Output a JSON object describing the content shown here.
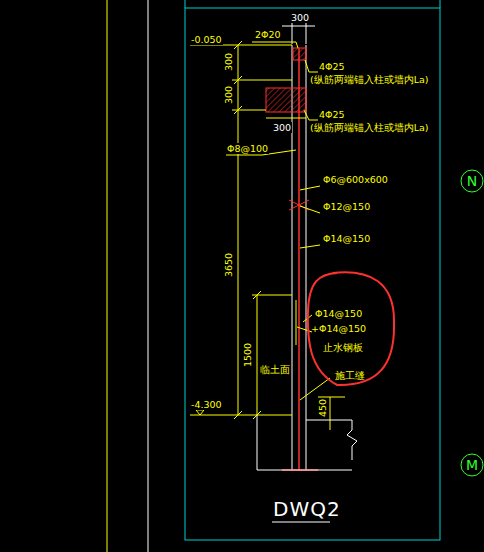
{
  "diagram": {
    "nodes": [
      {
        "text": [
          "Φ14@150",
          "+Φ14@150",
          "止水钢板",
          "施工缝"
        ]
      },
      {
        "text": [
          "N"
        ]
      },
      {
        "text": [
          "M"
        ]
      }
    ],
    "labels": [
      "-0.050",
      "2Φ20",
      "300",
      "4Φ25",
      "(纵筋两端锚入柱或墙内La)",
      "300",
      "300",
      "4Φ25",
      "(纵筋两端锚入柱或墙内La)",
      "300",
      "Φ8@100",
      "Φ6@600x600",
      "Φ12@150",
      "Φ14@150",
      "3650",
      "1500",
      "临土面",
      "-4.300",
      "450",
      "DWQ2"
    ]
  }
}
